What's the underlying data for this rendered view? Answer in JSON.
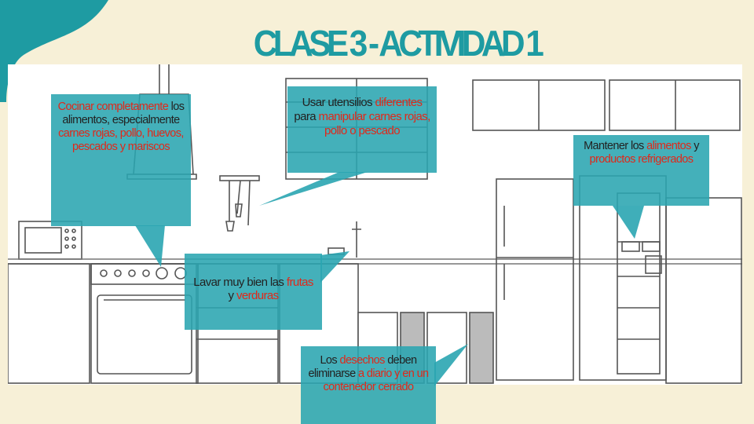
{
  "title": "CLASE 3 - ACTIVIDAD 1",
  "colors": {
    "accent": "#2aa5b1",
    "highlight": "#e0281a",
    "background": "#f7f0d7",
    "title": "#1e9ba2"
  },
  "callouts": {
    "cocinar": {
      "parts": [
        {
          "t": "Cocinar ",
          "h": true
        },
        {
          "t": "completamente",
          "h": true
        },
        {
          "t": " los alimentos, especialmente ",
          "h": false
        },
        {
          "t": "carnes rojas, pollo, huevos, pescados y mariscos",
          "h": true
        }
      ]
    },
    "utensilios": {
      "parts": [
        {
          "t": "Usar utensilios ",
          "h": false
        },
        {
          "t": "diferentes",
          "h": true
        },
        {
          "t": " para ",
          "h": false
        },
        {
          "t": "manipular carnes rojas, pollo o pescado",
          "h": true
        }
      ]
    },
    "refrigerados": {
      "parts": [
        {
          "t": "Mantener los ",
          "h": false
        },
        {
          "t": "alimentos",
          "h": true
        },
        {
          "t": " y ",
          "h": false
        },
        {
          "t": "productos refrigerados",
          "h": true
        }
      ]
    },
    "lavar": {
      "parts": [
        {
          "t": "Lavar muy bien las ",
          "h": false
        },
        {
          "t": "frutas",
          "h": true
        },
        {
          "t": " y ",
          "h": false
        },
        {
          "t": "verduras",
          "h": true
        }
      ]
    },
    "desechos": {
      "parts": [
        {
          "t": "Los ",
          "h": false
        },
        {
          "t": "desechos",
          "h": true
        },
        {
          "t": " deben eliminarse ",
          "h": false
        },
        {
          "t": "a diario y en un contenedor cerrado",
          "h": true
        }
      ]
    }
  }
}
